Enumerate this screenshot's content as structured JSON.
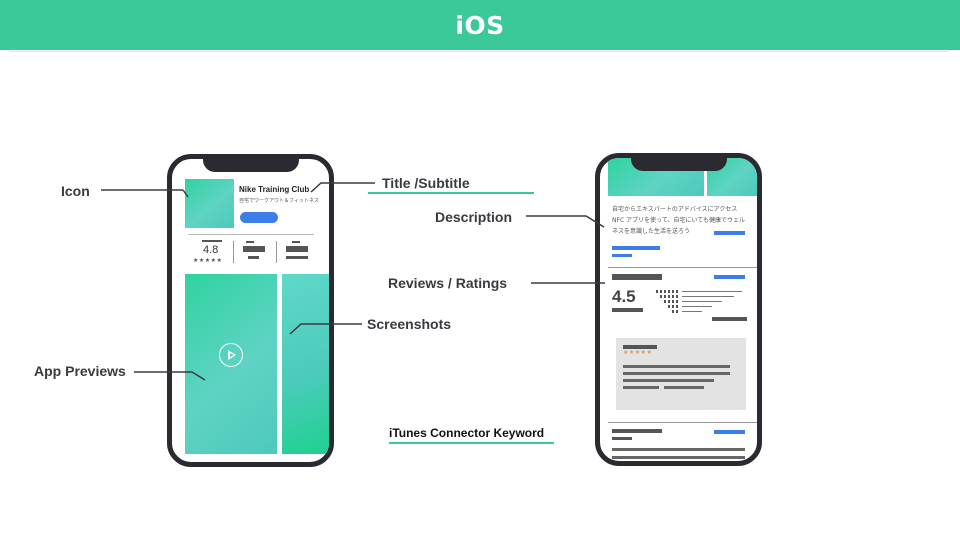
{
  "header": {
    "title": "iOS",
    "color": "#3cc99a"
  },
  "labels": {
    "icon": "Icon",
    "title_subtitle": "Title /Subtitle",
    "description": "Description",
    "reviews_ratings": "Reviews / Ratings",
    "screenshots": "Screenshots",
    "app_previews": "App Previews",
    "keyword": "iTunes Connector Keyword"
  },
  "left_phone": {
    "app_name": "Nike Training Club",
    "app_subtitle": "自宅でワークアウト＆フィットネス",
    "rating": "4.8",
    "stars": "★★★★★",
    "play_icon": "play-icon"
  },
  "right_phone": {
    "description_lines": [
      "自宅からエキスパートのアドバイスにアクセス",
      "NFC アプリを使って、自宅にいても健康でウェル",
      "ネスを意識した生活を送ろう"
    ],
    "rating": "4.5",
    "review_stars": "★★★★★"
  },
  "colors": {
    "accent": "#3cc99a",
    "blue": "#3d7de8",
    "phone_frame": "#2a2a30"
  }
}
